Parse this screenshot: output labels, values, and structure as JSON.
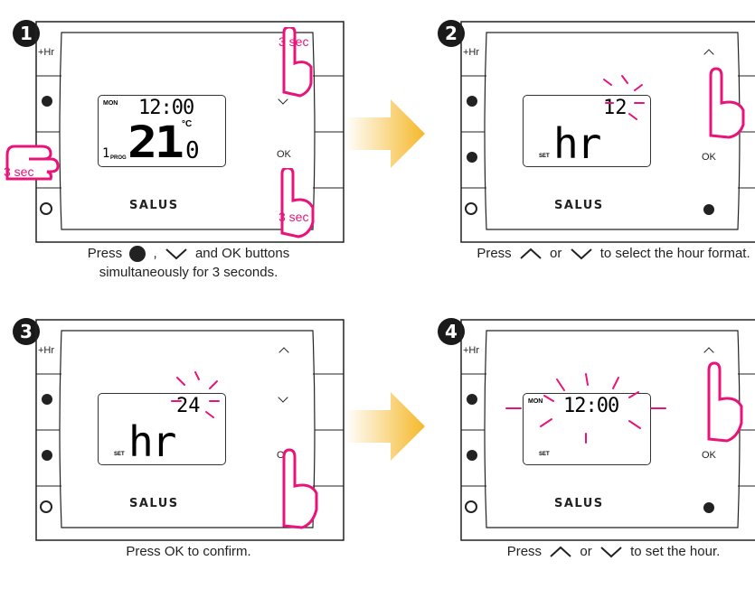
{
  "steps": [
    {
      "number": "1",
      "caption_parts": [
        "Press",
        ",",
        "and",
        "OK",
        "buttons"
      ],
      "caption_line2": "simultaneously for 3 seconds.",
      "hold_left": "3 sec",
      "hold_down": "3 sec",
      "hold_ok": "3 sec",
      "lcd": {
        "day": "MON",
        "time": "12:00",
        "temp_int": "21",
        "temp_dec": "0",
        "unit": "°C",
        "prog_num": "1",
        "prog_label": "PROG"
      }
    },
    {
      "number": "2",
      "caption_parts": [
        "Press",
        "or",
        "to select the hour format."
      ],
      "lcd": {
        "value": "12",
        "text": "hr",
        "set": "SET"
      }
    },
    {
      "number": "3",
      "caption": "Press OK to confirm.",
      "lcd": {
        "value": "24",
        "text": "hr",
        "set": "SET"
      }
    },
    {
      "number": "4",
      "caption_parts": [
        "Press",
        "or",
        "to set the hour."
      ],
      "lcd": {
        "day": "MON",
        "time": "12:00",
        "set": "SET"
      }
    }
  ],
  "device": {
    "brand": "SALUS",
    "left_btn_top": "+Hr",
    "right_btn_ok": "OK"
  },
  "colors": {
    "accent": "#e8147a",
    "arrow": "#f5b82a",
    "outline": "#222222"
  }
}
